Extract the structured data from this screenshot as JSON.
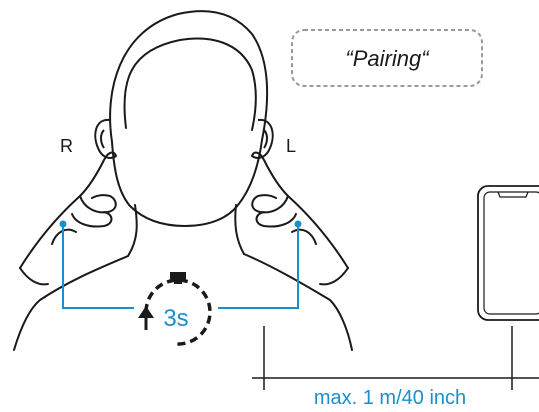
{
  "speech_bubble": {
    "text": "“Pairing“"
  },
  "labels": {
    "right_ear": "R",
    "left_ear": "L"
  },
  "timer": {
    "text": "3s",
    "icon": "stopwatch-icon"
  },
  "distance": {
    "text": "max. 1 m/40 inch"
  },
  "colors": {
    "line": "#1a1a1a",
    "accent": "#1a8fc9",
    "bubble_border": "#999999"
  }
}
